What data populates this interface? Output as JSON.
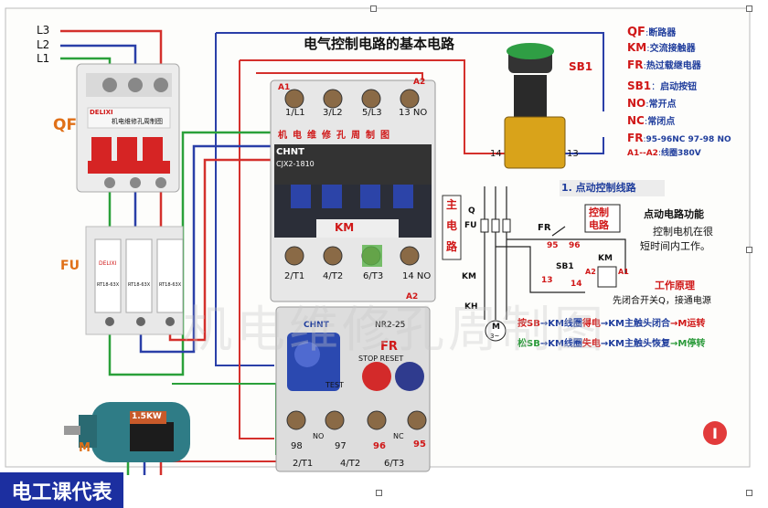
{
  "title": "电气控制电路的基本电路",
  "phases": [
    "L3",
    "L2",
    "L1"
  ],
  "components": {
    "qf": {
      "label": "QF",
      "brand": "DELIXI",
      "module_text": "机电维修孔周制图"
    },
    "fu": {
      "label": "FU",
      "fuse_text": "RT18-63X",
      "brand": "DELIXI"
    },
    "km": {
      "label": "KM",
      "brand": "CHNT",
      "model": "CJX2-1810",
      "top_coil": "A1",
      "top_coil2": "A2",
      "top_terminals": [
        "1/L1",
        "3/L2",
        "5/L3",
        "13 NO"
      ],
      "bottom_terminals": [
        "2/T1",
        "4/T2",
        "6/T3",
        "14 NO"
      ],
      "bottom_a2": "A2",
      "watermark": "机电维修孔周制图"
    },
    "fr": {
      "label": "FR",
      "brand": "CHNT",
      "model": "NR2-25",
      "stop_reset": "STOP RESET",
      "test": "TEST",
      "contacts_top": [
        "98",
        "97",
        "96",
        "95"
      ],
      "no": "NO",
      "nc": "NC",
      "bottom": [
        "2/T1",
        "4/T2",
        "6/T3"
      ]
    },
    "sb1": {
      "label": "SB1",
      "t14": "14",
      "t13": "13"
    },
    "motor": {
      "label": "M",
      "power": "1.5KW"
    }
  },
  "legend": [
    {
      "key": "QF",
      "sep": ":",
      "text": "断路器"
    },
    {
      "key": "KM",
      "sep": ":",
      "text": "交流接触器"
    },
    {
      "key": "FR",
      "sep": ":",
      "text": "热过载继电器"
    },
    {
      "key": "SB1",
      "sep": "：",
      "text": "启动按钮"
    },
    {
      "key": "NO",
      "sep": ":",
      "text": "常开点"
    },
    {
      "key": "NC",
      "sep": ":",
      "text": "常闭点"
    },
    {
      "key": "FR",
      "sep": ":",
      "text": "95-96NC  97-98 NO"
    },
    {
      "key": "A1--A2",
      "sep": ":",
      "text": "线圈380V"
    }
  ],
  "schematic": {
    "section_title": "1. 点动控制线路",
    "main_circuit": [
      "主",
      "电",
      "路"
    ],
    "control_circuit": [
      "控制",
      "电路"
    ],
    "labels": {
      "q": "Q",
      "fu": "FU",
      "fr": "FR",
      "km": "KM",
      "kh": "KH",
      "m": "M",
      "m3": "3~",
      "sb1": "SB1",
      "km_coil": "KM",
      "a1": "A1",
      "a2": "A2",
      "n95": "95",
      "n96": "96",
      "n13": "13",
      "n14": "14"
    },
    "function_title": "点动电路功能",
    "function_lines": [
      "控制电机在很",
      "短时间内工作。"
    ],
    "principle_title": "工作原理",
    "principle_line": "先闭合开关Q，接通电源",
    "step1": {
      "a": "按SB",
      "b": "→KM线圈",
      "c": "得电",
      "d": "→KM主触头闭合",
      "e": "→M运转"
    },
    "step2": {
      "a": "松SB",
      "b": "→KM线圈",
      "c": "失电",
      "d": "→KM主触头恢复",
      "e": "→M停转"
    }
  },
  "watermark": "机电维修孔周制图",
  "brand_badge": "电工课代表",
  "cursor_glyph": "I"
}
